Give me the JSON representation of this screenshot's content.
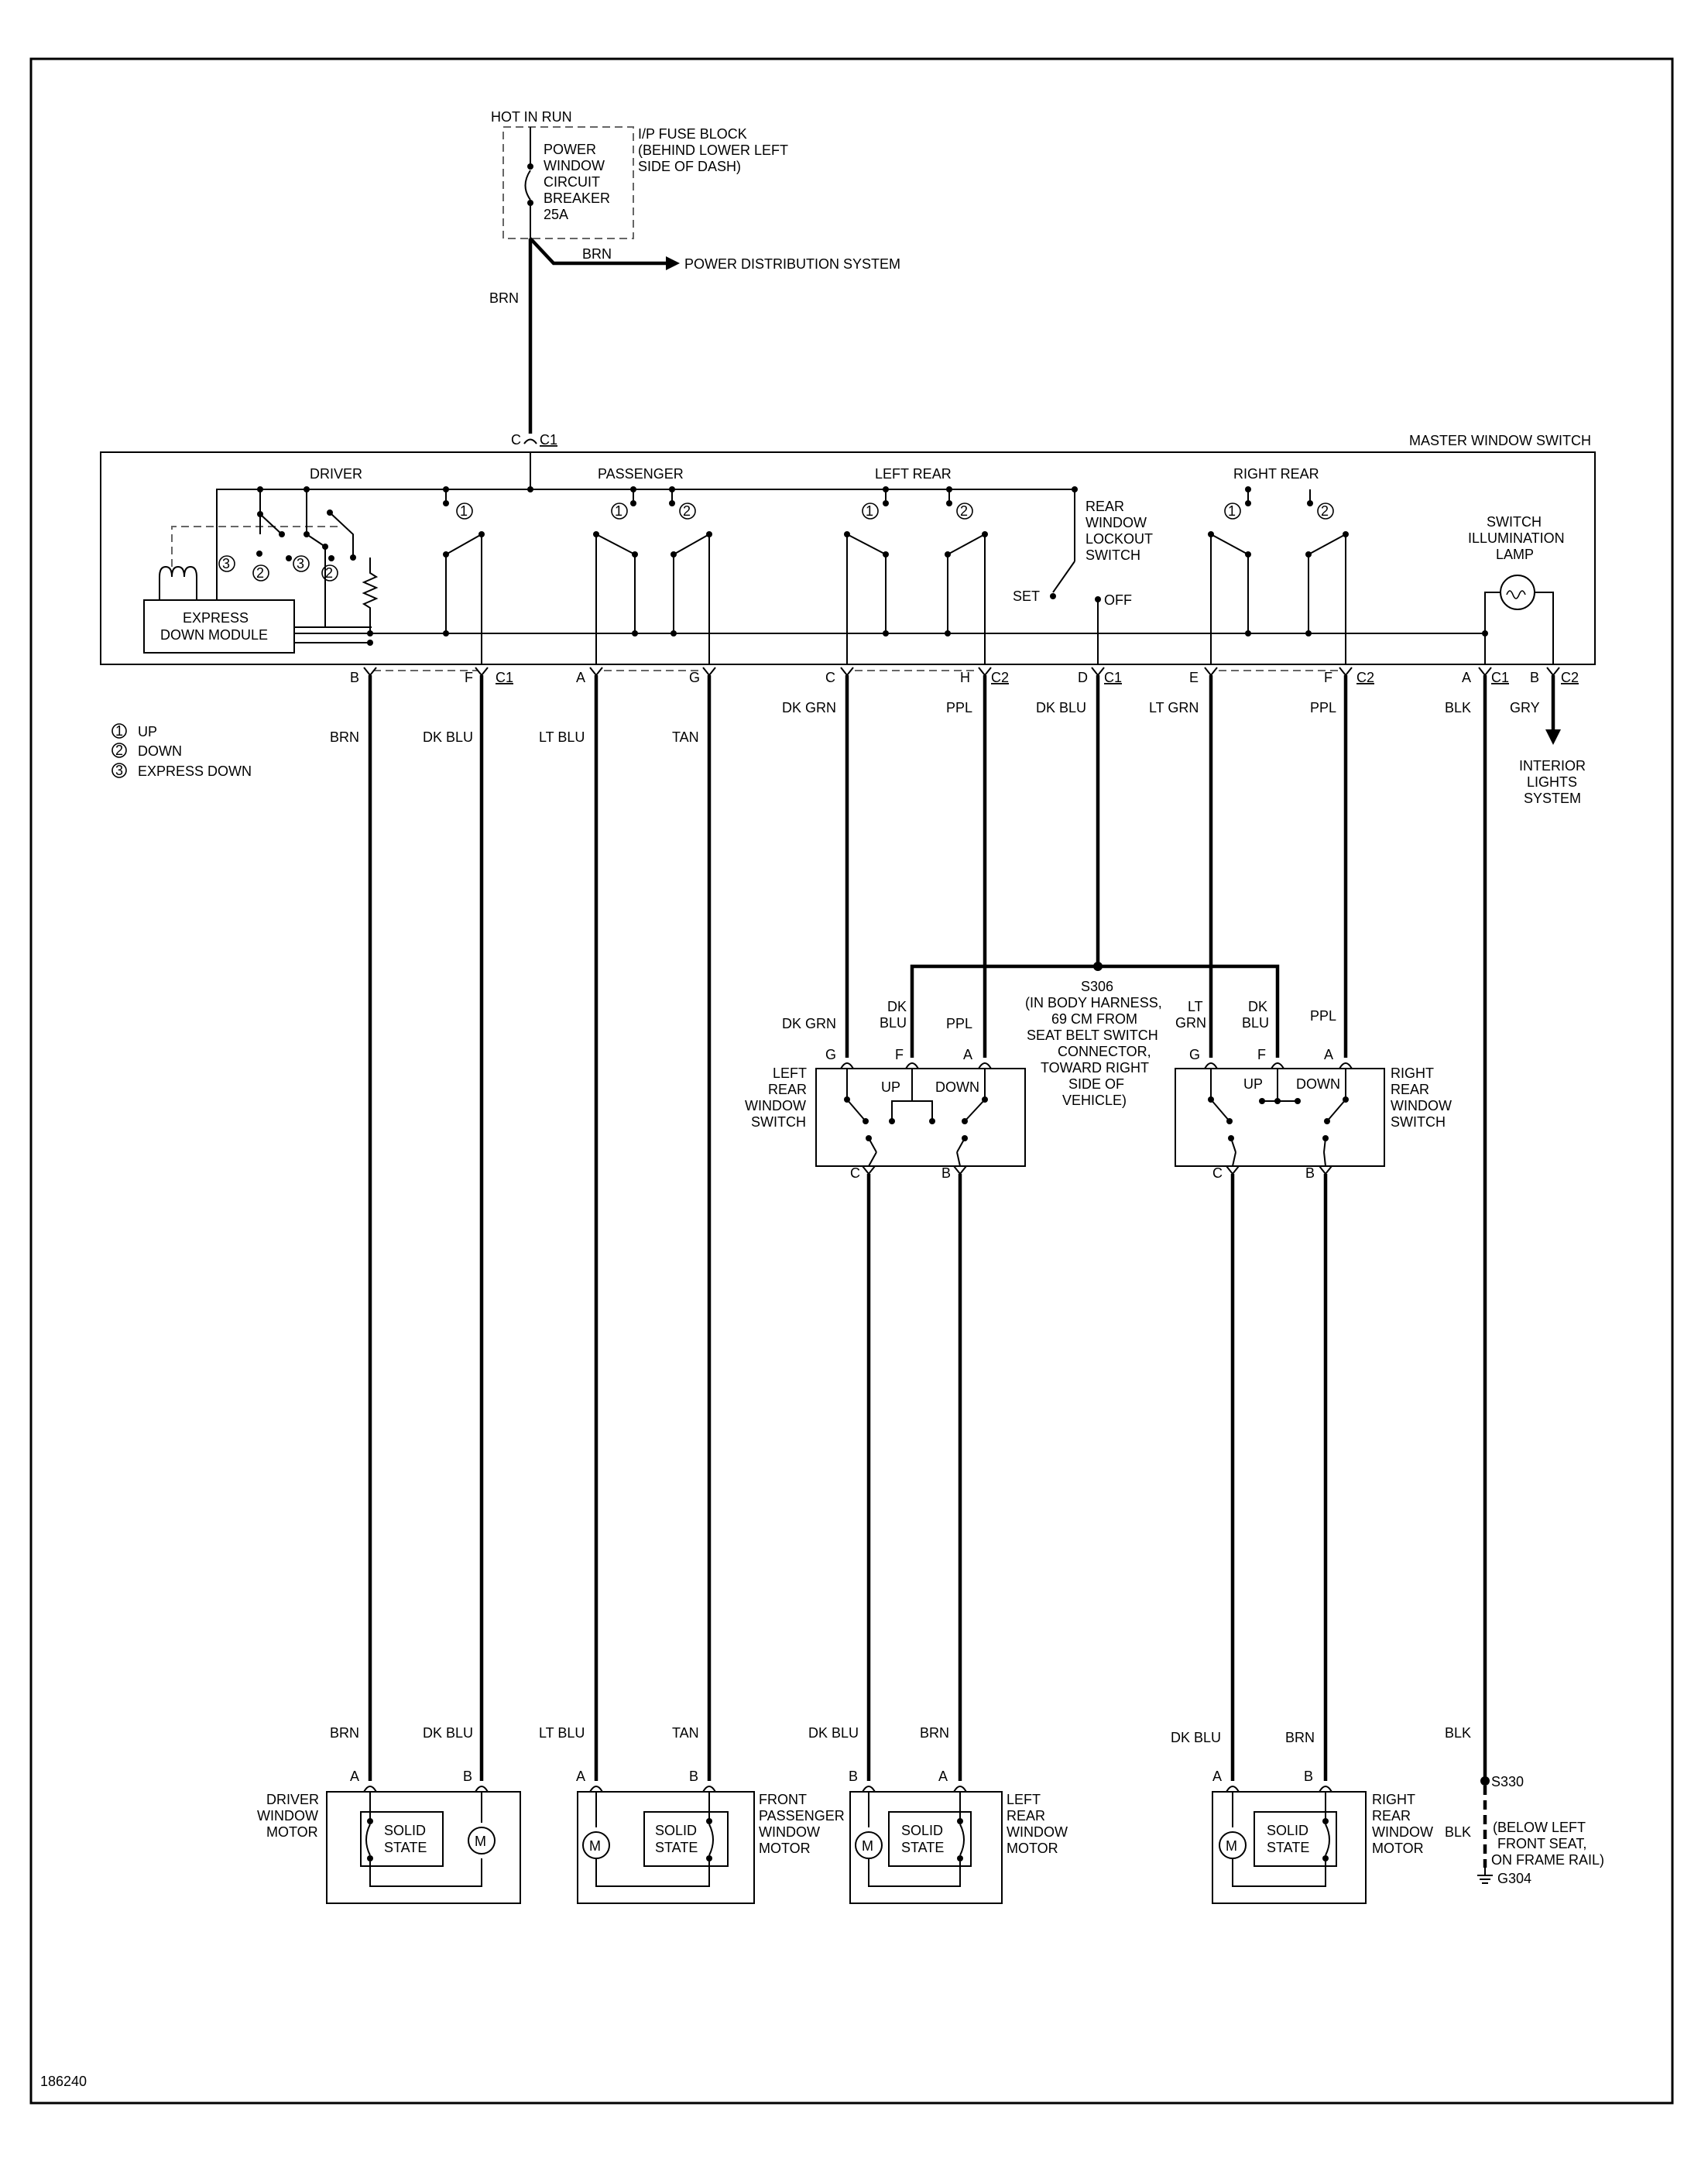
{
  "figure_id": "186240",
  "legend": [
    {
      "num": "1",
      "text": "UP"
    },
    {
      "num": "2",
      "text": "DOWN"
    },
    {
      "num": "3",
      "text": "EXPRESS DOWN"
    }
  ],
  "power": {
    "hot_in_run": "HOT IN RUN",
    "breaker_lines": [
      "POWER",
      "WINDOW",
      "CIRCUIT",
      "BREAKER",
      "25A"
    ],
    "fuse_block_lines": [
      "I/P FUSE BLOCK",
      "(BEHIND LOWER LEFT",
      "SIDE OF DASH)"
    ],
    "branch_wire": "BRN",
    "main_wire": "BRN",
    "distribution": "POWER DISTRIBUTION SYSTEM"
  },
  "master_switch": {
    "title": "MASTER WINDOW SWITCH",
    "input_pin": "C",
    "input_connector": "C1",
    "sections": [
      "DRIVER",
      "PASSENGER",
      "LEFT REAR",
      "RIGHT REAR"
    ],
    "express_module_lines": [
      "EXPRESS",
      "DOWN MODULE"
    ],
    "lockout_lines": [
      "REAR",
      "WINDOW",
      "LOCKOUT",
      "SWITCH"
    ],
    "lockout_set": "SET",
    "lockout_off": "OFF",
    "lamp_lines": [
      "SWITCH",
      "ILLUMINATION",
      "LAMP"
    ]
  },
  "outputs": [
    {
      "pin": "B",
      "connector": "",
      "wire": "BRN"
    },
    {
      "pin": "F",
      "connector": "C1",
      "wire": "DK BLU"
    },
    {
      "pin": "A",
      "connector": "",
      "wire": "LT BLU"
    },
    {
      "pin": "G",
      "connector": "",
      "wire": "TAN"
    },
    {
      "pin": "C",
      "connector": "",
      "wire": "DK GRN"
    },
    {
      "pin": "H",
      "connector": "C2",
      "wire": "PPL"
    },
    {
      "pin": "D",
      "connector": "C1",
      "wire": "DK BLU"
    },
    {
      "pin": "E",
      "connector": "",
      "wire": "LT GRN"
    },
    {
      "pin": "F",
      "connector": "C2",
      "wire": "PPL"
    },
    {
      "pin": "A",
      "connector": "C1",
      "wire": "BLK"
    },
    {
      "pin": "B",
      "connector": "C2",
      "wire": "GRY"
    }
  ],
  "interior_lights": [
    "INTERIOR",
    "LIGHTS",
    "SYSTEM"
  ],
  "splice": {
    "id_lines": [
      "S306",
      "(IN BODY HARNESS,",
      "69 CM FROM",
      "SEAT BELT SWITCH",
      "CONNECTOR,",
      "TOWARD RIGHT",
      "SIDE OF",
      "VEHICLE)"
    ]
  },
  "rear_switches": [
    {
      "title_lines": [
        "LEFT",
        "REAR",
        "WINDOW",
        "SWITCH"
      ],
      "up": "UP",
      "down": "DOWN",
      "top_wires": [
        {
          "pin": "G",
          "wire_lines": [
            "DK GRN"
          ]
        },
        {
          "pin": "F",
          "wire_lines": [
            "DK",
            "BLU"
          ]
        },
        {
          "pin": "A",
          "wire_lines": [
            "PPL"
          ]
        }
      ],
      "bottom_pins": [
        "C",
        "B"
      ]
    },
    {
      "title_lines": [
        "RIGHT",
        "REAR",
        "WINDOW",
        "SWITCH"
      ],
      "up": "UP",
      "down": "DOWN",
      "top_wires": [
        {
          "pin": "G",
          "wire_lines": [
            "LT",
            "GRN"
          ]
        },
        {
          "pin": "F",
          "wire_lines": [
            "DK",
            "BLU"
          ]
        },
        {
          "pin": "A",
          "wire_lines": [
            "PPL"
          ]
        }
      ],
      "bottom_pins": [
        "C",
        "B"
      ]
    }
  ],
  "motors": [
    {
      "title_lines": [
        "DRIVER",
        "WINDOW",
        "MOTOR"
      ],
      "left_pin": "A",
      "right_pin": "B",
      "left_wire": "BRN",
      "right_wire": "DK BLU",
      "solid_state": [
        "SOLID",
        "STATE"
      ],
      "motor_symbol": "M"
    },
    {
      "title_lines": [
        "FRONT",
        "PASSENGER",
        "WINDOW",
        "MOTOR"
      ],
      "left_pin": "A",
      "right_pin": "B",
      "left_wire": "LT BLU",
      "right_wire": "TAN",
      "solid_state": [
        "SOLID",
        "STATE"
      ],
      "motor_symbol": "M"
    },
    {
      "title_lines": [
        "LEFT",
        "REAR",
        "WINDOW",
        "MOTOR"
      ],
      "left_pin": "B",
      "right_pin": "A",
      "left_wire": "DK BLU",
      "right_wire": "BRN",
      "solid_state": [
        "SOLID",
        "STATE"
      ],
      "motor_symbol": "M"
    },
    {
      "title_lines": [
        "RIGHT",
        "REAR",
        "WINDOW",
        "MOTOR"
      ],
      "left_pin": "A",
      "right_pin": "B",
      "left_wire": "DK BLU",
      "right_wire": "BRN",
      "solid_state": [
        "SOLID",
        "STATE"
      ],
      "motor_symbol": "M"
    }
  ],
  "ground": {
    "upper_wire": "BLK",
    "splice": "S330",
    "lower_wire": "BLK",
    "location_lines": [
      "(BELOW LEFT",
      "FRONT SEAT,",
      "ON FRAME RAIL)"
    ],
    "ground_id": "G304"
  }
}
